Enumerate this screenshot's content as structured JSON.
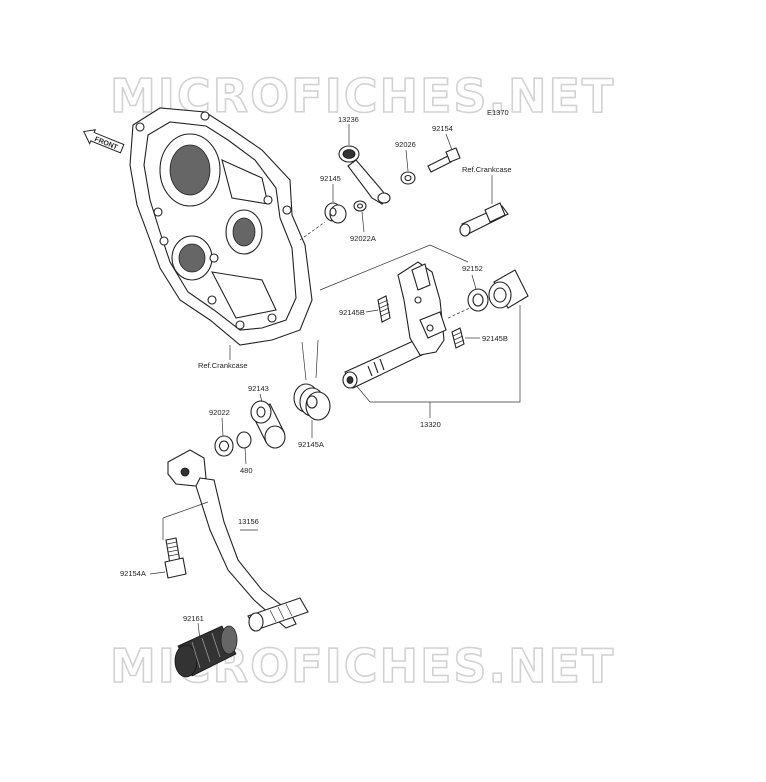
{
  "watermark": "MICROFICHES.NET",
  "diagram_code": "E1370",
  "front_label": "FRONT",
  "ref_labels": {
    "crankcase_top": "Ref.Crankcase",
    "crankcase_bottom": "Ref.Crankcase"
  },
  "part_numbers": {
    "p13236": "13236",
    "p92026": "92026",
    "p92154": "92154",
    "p92145": "92145",
    "p92022A": "92022A",
    "p92152": "92152",
    "p92145B_left": "92145B",
    "p92145B_right": "92145B",
    "p92143": "92143",
    "p92022": "92022",
    "p480": "480",
    "p92145A": "92145A",
    "p13320": "13320",
    "p13156": "13156",
    "p92154A": "92154A",
    "p92161": "92161"
  }
}
